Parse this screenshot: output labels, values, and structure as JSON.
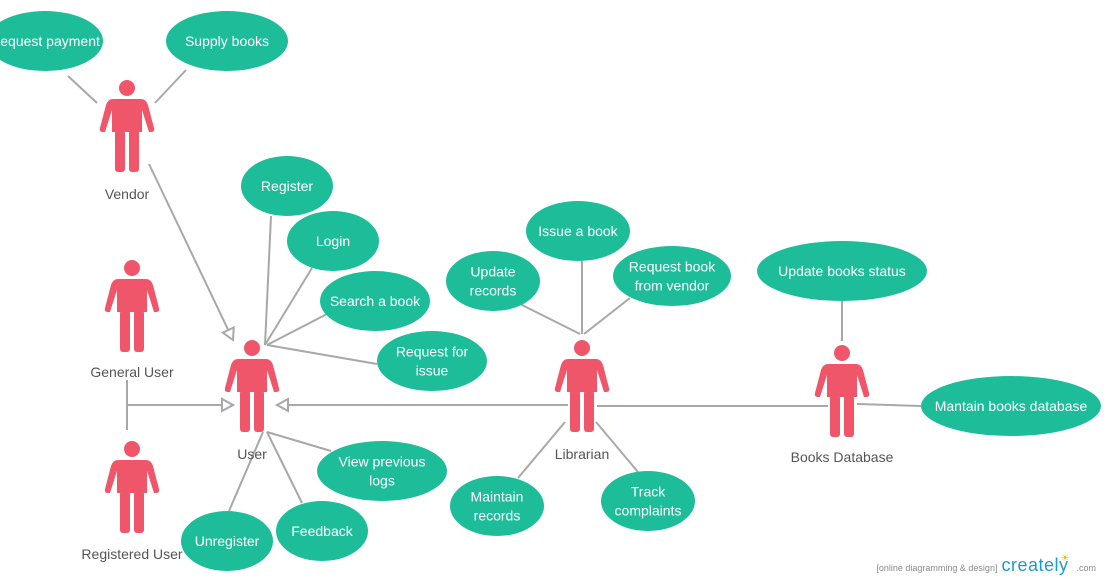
{
  "colors": {
    "use_case_fill": "#1dbd9a",
    "actor_fill": "#f0566a",
    "edge": "#a8a8a8",
    "label_text": "#555555",
    "watermark_brand": "#1a9bd7"
  },
  "actors": [
    {
      "id": "vendor",
      "label": "Vendor"
    },
    {
      "id": "general-user",
      "label": "General User"
    },
    {
      "id": "registered-user",
      "label": "Registered User"
    },
    {
      "id": "user",
      "label": "User"
    },
    {
      "id": "librarian",
      "label": "Librarian"
    },
    {
      "id": "books-database",
      "label": "Books Database"
    }
  ],
  "use_cases": [
    {
      "id": "request-payment",
      "lines": [
        "Request payment"
      ]
    },
    {
      "id": "supply-books",
      "lines": [
        "Supply books"
      ]
    },
    {
      "id": "register",
      "lines": [
        "Register"
      ]
    },
    {
      "id": "login",
      "lines": [
        "Login"
      ]
    },
    {
      "id": "search-a-book",
      "lines": [
        "Search a book"
      ]
    },
    {
      "id": "request-for-issue",
      "lines": [
        "Request for",
        "issue"
      ]
    },
    {
      "id": "view-previous-logs",
      "lines": [
        "View previous",
        "logs"
      ]
    },
    {
      "id": "feedback",
      "lines": [
        "Feedback"
      ]
    },
    {
      "id": "unregister",
      "lines": [
        "Unregister"
      ]
    },
    {
      "id": "issue-a-book",
      "lines": [
        "Issue a book"
      ]
    },
    {
      "id": "update-records",
      "lines": [
        "Update",
        "records"
      ]
    },
    {
      "id": "request-book-from-vendor",
      "lines": [
        "Request book",
        "from vendor"
      ]
    },
    {
      "id": "maintain-records",
      "lines": [
        "Maintain",
        "records"
      ]
    },
    {
      "id": "track-complaints",
      "lines": [
        "Track",
        "complaints"
      ]
    },
    {
      "id": "update-books-status",
      "lines": [
        "Update books status"
      ]
    },
    {
      "id": "mantain-books-database",
      "lines": [
        "Mantain books database"
      ]
    }
  ],
  "associations": [
    [
      "vendor",
      "request-payment"
    ],
    [
      "vendor",
      "supply-books"
    ],
    [
      "user",
      "register"
    ],
    [
      "user",
      "login"
    ],
    [
      "user",
      "search-a-book"
    ],
    [
      "user",
      "request-for-issue"
    ],
    [
      "user",
      "view-previous-logs"
    ],
    [
      "user",
      "feedback"
    ],
    [
      "user",
      "unregister"
    ],
    [
      "librarian",
      "update-records"
    ],
    [
      "librarian",
      "issue-a-book"
    ],
    [
      "librarian",
      "request-book-from-vendor"
    ],
    [
      "librarian",
      "maintain-records"
    ],
    [
      "librarian",
      "track-complaints"
    ],
    [
      "books-database",
      "update-books-status"
    ],
    [
      "books-database",
      "mantain-books-database"
    ],
    [
      "librarian",
      "books-database"
    ]
  ],
  "generalizations": [
    [
      "vendor",
      "user"
    ],
    [
      "general-user",
      "user"
    ],
    [
      "registered-user",
      "user"
    ],
    [
      "librarian",
      "user"
    ]
  ],
  "watermark": {
    "tagline": "[online diagramming & design]",
    "brand": "creately",
    "tld": ".com"
  }
}
